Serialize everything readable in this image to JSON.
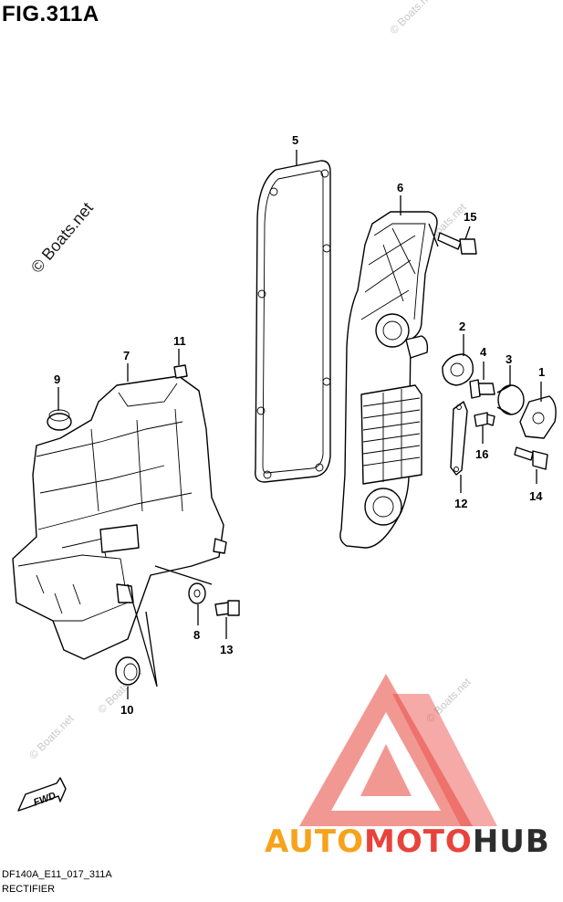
{
  "figure": {
    "title": "FIG.311A",
    "code": "DF140A_E11_017_311A",
    "name": "RECTIFIER"
  },
  "watermark": {
    "text": "© Boats.net",
    "brand_parts": [
      "AUTO",
      "MOTO",
      "HUB"
    ],
    "brand_colors": [
      "#f6a31b",
      "#e8433b",
      "#2d2d2d"
    ],
    "logo_color": "#e8433b"
  },
  "fwd_label": "FWD",
  "callouts": [
    "1",
    "2",
    "3",
    "4",
    "5",
    "6",
    "7",
    "8",
    "9",
    "10",
    "11",
    "12",
    "13",
    "14",
    "15",
    "16"
  ]
}
